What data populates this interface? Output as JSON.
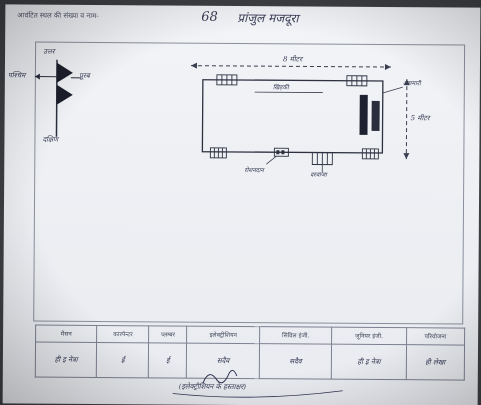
{
  "header": {
    "caption": "आवंटित स्थल की संख्या व नाम-",
    "plot_number": "68",
    "owner_name": "प्रांजुल मजदूरा"
  },
  "compass": {
    "north": "उत्तर",
    "south": "दक्षिण",
    "west": "पश्चिम",
    "east": "पूरब"
  },
  "plan": {
    "top_dimension": "8 मीटर",
    "side_dimension": "5 मीटर",
    "top_label": "खिड़की",
    "right_label": "अलमारी",
    "window_label": "रोशनदान",
    "door_label": "दरवाजा"
  },
  "signature_table": {
    "headers": [
      "मैसन",
      "कारपेन्टर",
      "प्लम्बर",
      "इलेक्ट्रीशियन",
      "सिविल इंजी.",
      "जूनियर इंजी.",
      "परियोजना"
    ],
    "signatures": [
      "ही इ नेत्रा",
      "ई",
      "ई",
      "सदैव",
      "सदैव",
      "ही इ नेत्रा",
      "ही लेखा"
    ]
  },
  "bottom_signature": "(इलेक्ट्रीशियन के हस्ताक्षर)"
}
